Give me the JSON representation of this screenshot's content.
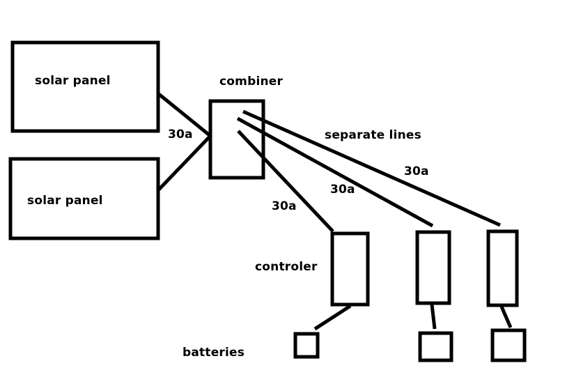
{
  "diagram": {
    "title": "solar wiring sketch",
    "colors": {
      "stroke": "#000000",
      "background": "#ffffff"
    },
    "nodes": {
      "solar_panel_top": {
        "label": "solar panel"
      },
      "solar_panel_bottom": {
        "label": "solar panel"
      },
      "combiner": {
        "label": "combiner"
      },
      "controller_1": {
        "label": "controler"
      },
      "controller_2": {
        "label": ""
      },
      "controller_3": {
        "label": ""
      },
      "battery_1": {
        "label": ""
      },
      "battery_2": {
        "label": ""
      },
      "battery_3": {
        "label": ""
      }
    },
    "labels": {
      "batteries": "batteries",
      "separate_lines": "separate lines",
      "input_amps": "30a",
      "line1_amps": "30a",
      "line2_amps": "30a",
      "line3_amps": "30a"
    },
    "edges": [
      {
        "from": "solar_panel_top",
        "to": "combiner",
        "label": "30a"
      },
      {
        "from": "solar_panel_bottom",
        "to": "combiner",
        "label": "30a"
      },
      {
        "from": "combiner",
        "to": "controller_1",
        "label": "30a"
      },
      {
        "from": "combiner",
        "to": "controller_2",
        "label": "30a"
      },
      {
        "from": "combiner",
        "to": "controller_3",
        "label": "30a"
      },
      {
        "from": "controller_1",
        "to": "battery_1",
        "label": ""
      },
      {
        "from": "controller_2",
        "to": "battery_2",
        "label": ""
      },
      {
        "from": "controller_3",
        "to": "battery_3",
        "label": ""
      }
    ]
  }
}
